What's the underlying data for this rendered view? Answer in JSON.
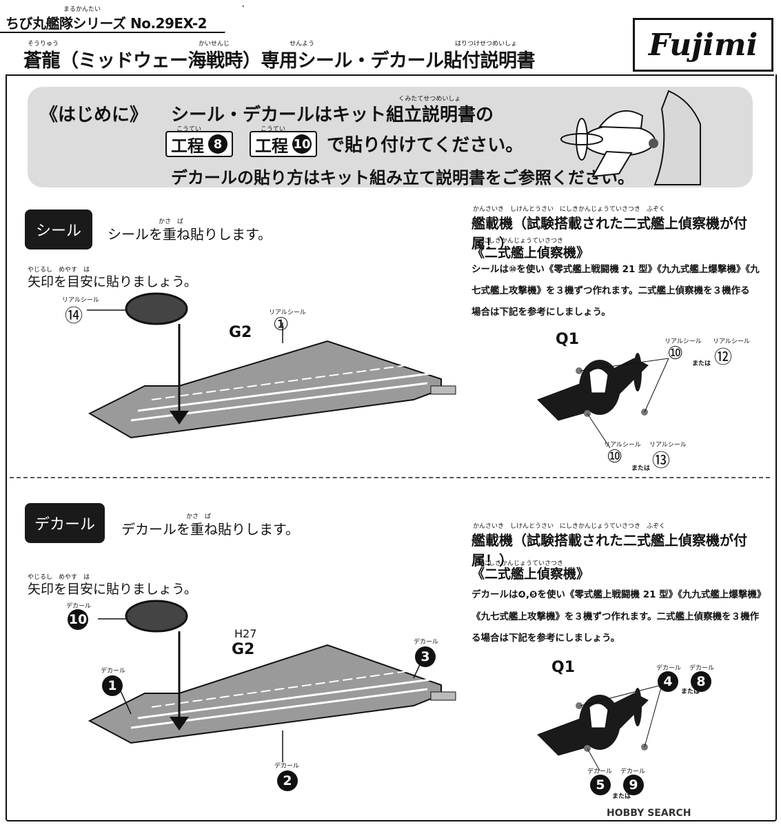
{
  "header": {
    "series": "ちび丸艦隊シリーズ No.29EX-2",
    "series_ruby": "まるかんたい",
    "title": "蒼龍（ミッドウェー海戦時）専用シール・デカール貼付説明書",
    "title_ruby_1": "そうりゅう",
    "title_ruby_2": "かいせんじ",
    "title_ruby_3": "せんよう",
    "title_ruby_4": "はりつけせつめいしょ",
    "logo": "Fujimi"
  },
  "intro": {
    "heading": "《はじめに》",
    "line1": "シール・デカールはキット組立説明書の",
    "line1_ruby": "くみたてせつめいしょ",
    "step_label": "工程",
    "step_ruby": "こうてい",
    "step_a": "8",
    "step_b": "10",
    "line2": "で貼り付けてください。",
    "line3": "デカールの貼り方はキット組み立て説明書をご参照ください。"
  },
  "seal_section": {
    "tag": "シール",
    "desc": "シールを重ね貼りします。",
    "desc_ruby": "かさ　ば",
    "arrow_note": "矢印を目安に貼りましょう。",
    "arrow_ruby": "やじるし　めやす　は",
    "part_label": "G2",
    "label_real_seal": "リアルシール",
    "num_a": "⑭",
    "num_b": "①",
    "right": {
      "heading": "艦載機（試験搭載された二式艦上偵察機が付属！）",
      "heading_ruby": "かんさいき　しけんとうさい　にしきかんじょうていさつき　ふぞく",
      "sub": "《二式艦上偵察機》",
      "sub_ruby": "にしきかんじょうていさつき",
      "body1": "シールは⑩を使い《零式艦上戦闘機 21 型》《九九式艦上爆撃機》《九",
      "body2": "七式艦上攻撃機》を３機ずつ作れます。二式艦上偵察機を３機作る",
      "body3": "場合は下記を参考にしましょう。",
      "plane_label": "Q1",
      "or": "または",
      "n10": "⑩",
      "n12": "⑫",
      "n13": "⑬"
    }
  },
  "decal_section": {
    "tag": "デカール",
    "desc": "デカールを重ね貼りします。",
    "desc_ruby": "かさ　ば",
    "arrow_note": "矢印を目安に貼りましょう。",
    "arrow_ruby": "やじるし　めやす　は",
    "part_label": "G2",
    "part_sub": "H27",
    "label_decal": "デカール",
    "num_10": "10",
    "num_1": "1",
    "num_2": "2",
    "num_3": "3",
    "right": {
      "heading": "艦載機（試験搭載された二式艦上偵察機が付属！）",
      "heading_ruby": "かんさいき　しけんとうさい　にしきかんじょうていさつき　ふぞく",
      "sub": "《二式艦上偵察機》",
      "sub_ruby": "にしきかんじょうていさつき",
      "body1": "デカールは❹,❺を使い《零式艦上戦闘機 21 型》《九九式艦上爆撃機》",
      "body2": "《九七式艦上攻撃機》を３機ずつ作れます。二式艦上偵察機を３機作",
      "body3": "る場合は下記を参考にしましょう。",
      "plane_label": "Q1",
      "or": "または",
      "n4": "4",
      "n8": "8",
      "n5": "5",
      "n9": "9"
    }
  },
  "watermark": "HOBBY SEARCH",
  "colors": {
    "ink": "#111111",
    "panel": "#dcdcdc",
    "deck": "#9a9a9a"
  }
}
